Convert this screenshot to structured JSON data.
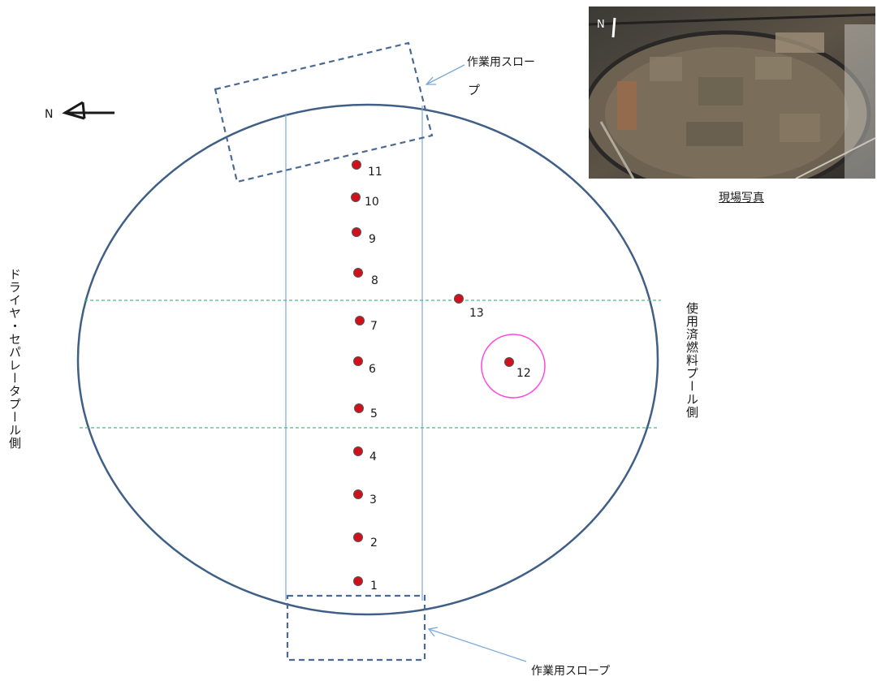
{
  "north_label": "N",
  "side_left_label": "ドライヤ・セパレータプール側",
  "side_right_label": "使用済燃料プール側",
  "slope_top_label_line1": "作業用スロー",
  "slope_top_label_line2": "プ",
  "slope_bottom_label": "作業用スロープ",
  "photo_caption": "現場写真",
  "photo_north_label": "N",
  "colors": {
    "ellipse": "#3f5f86",
    "lane": "#7aa8d8",
    "slope_box": "#4a6a94",
    "arrow": "#7aa8d8",
    "dashed_line": "#4dbb8a",
    "point_fill": "#d0101a",
    "point_stroke": "#555555",
    "highlight_circle": "#ff44dd"
  },
  "points": [
    {
      "label": "1"
    },
    {
      "label": "2"
    },
    {
      "label": "3"
    },
    {
      "label": "4"
    },
    {
      "label": "5"
    },
    {
      "label": "6"
    },
    {
      "label": "7"
    },
    {
      "label": "8"
    },
    {
      "label": "9"
    },
    {
      "label": "10"
    },
    {
      "label": "11"
    },
    {
      "label": "12",
      "highlighted": true
    },
    {
      "label": "13"
    }
  ]
}
